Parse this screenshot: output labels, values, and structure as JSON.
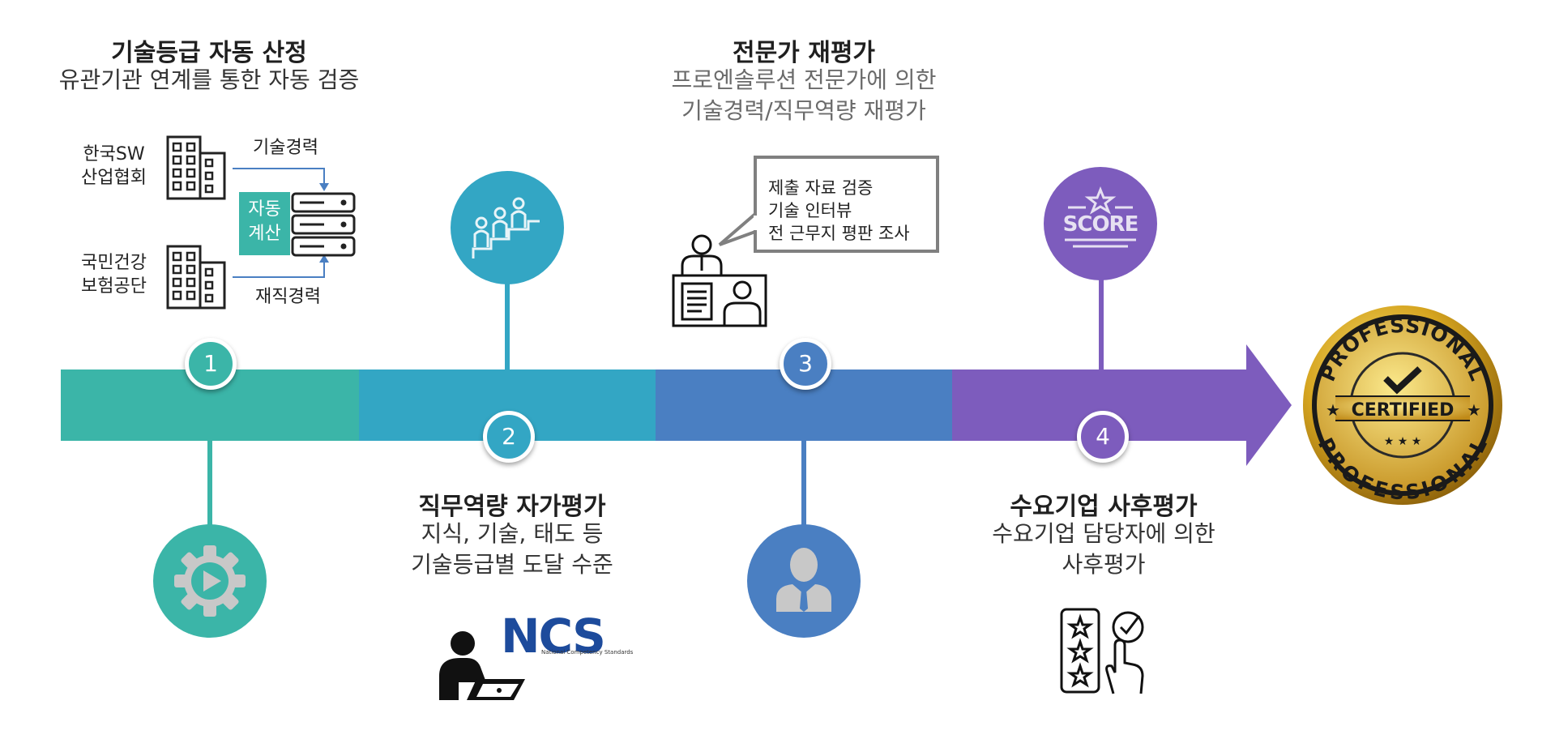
{
  "stages": [
    {
      "number": "1",
      "title": "기술등급 자동 산정",
      "subtitle": "유관기관 연계를 통한 자동 검증",
      "color": "#3bb5a8",
      "icon": "gear-play-icon",
      "sources": [
        {
          "name": "한국SW\n산업협회",
          "flow_label": "기술경력"
        },
        {
          "name": "국민건강\n보험공단",
          "flow_label": "재직경력"
        }
      ],
      "process_label": "자동\n계산"
    },
    {
      "number": "2",
      "title": "직무역량 자가평가",
      "subtitle_lines": [
        "지식, 기술, 태도 등",
        "기술등급별 도달 수준"
      ],
      "color": "#33a6c4",
      "icon": "people-stairs-icon",
      "logo_text": "NCS",
      "logo_subtext": "National Competency Standards"
    },
    {
      "number": "3",
      "title": "전문가 재평가",
      "subtitle_lines": [
        "프로엔솔루션 전문가에 의한",
        "기술경력/직무역량 재평가"
      ],
      "color": "#4a7fc2",
      "icon": "businessman-icon",
      "bubble_lines": [
        "제출 자료 검증",
        "기술 인터뷰",
        "전 근무지 평판 조사"
      ]
    },
    {
      "number": "4",
      "title": "수요기업 사후평가",
      "subtitle_lines": [
        "수요기업 담당자에 의한",
        "사후평가"
      ],
      "color": "#7d5cbd",
      "icon": "score-icon",
      "icon_text": "SCORE"
    }
  ],
  "badge": {
    "top_text": "PROFESSIONAL",
    "center_text": "CERTIFIED",
    "bottom_text": "PROFESSIONAL"
  }
}
